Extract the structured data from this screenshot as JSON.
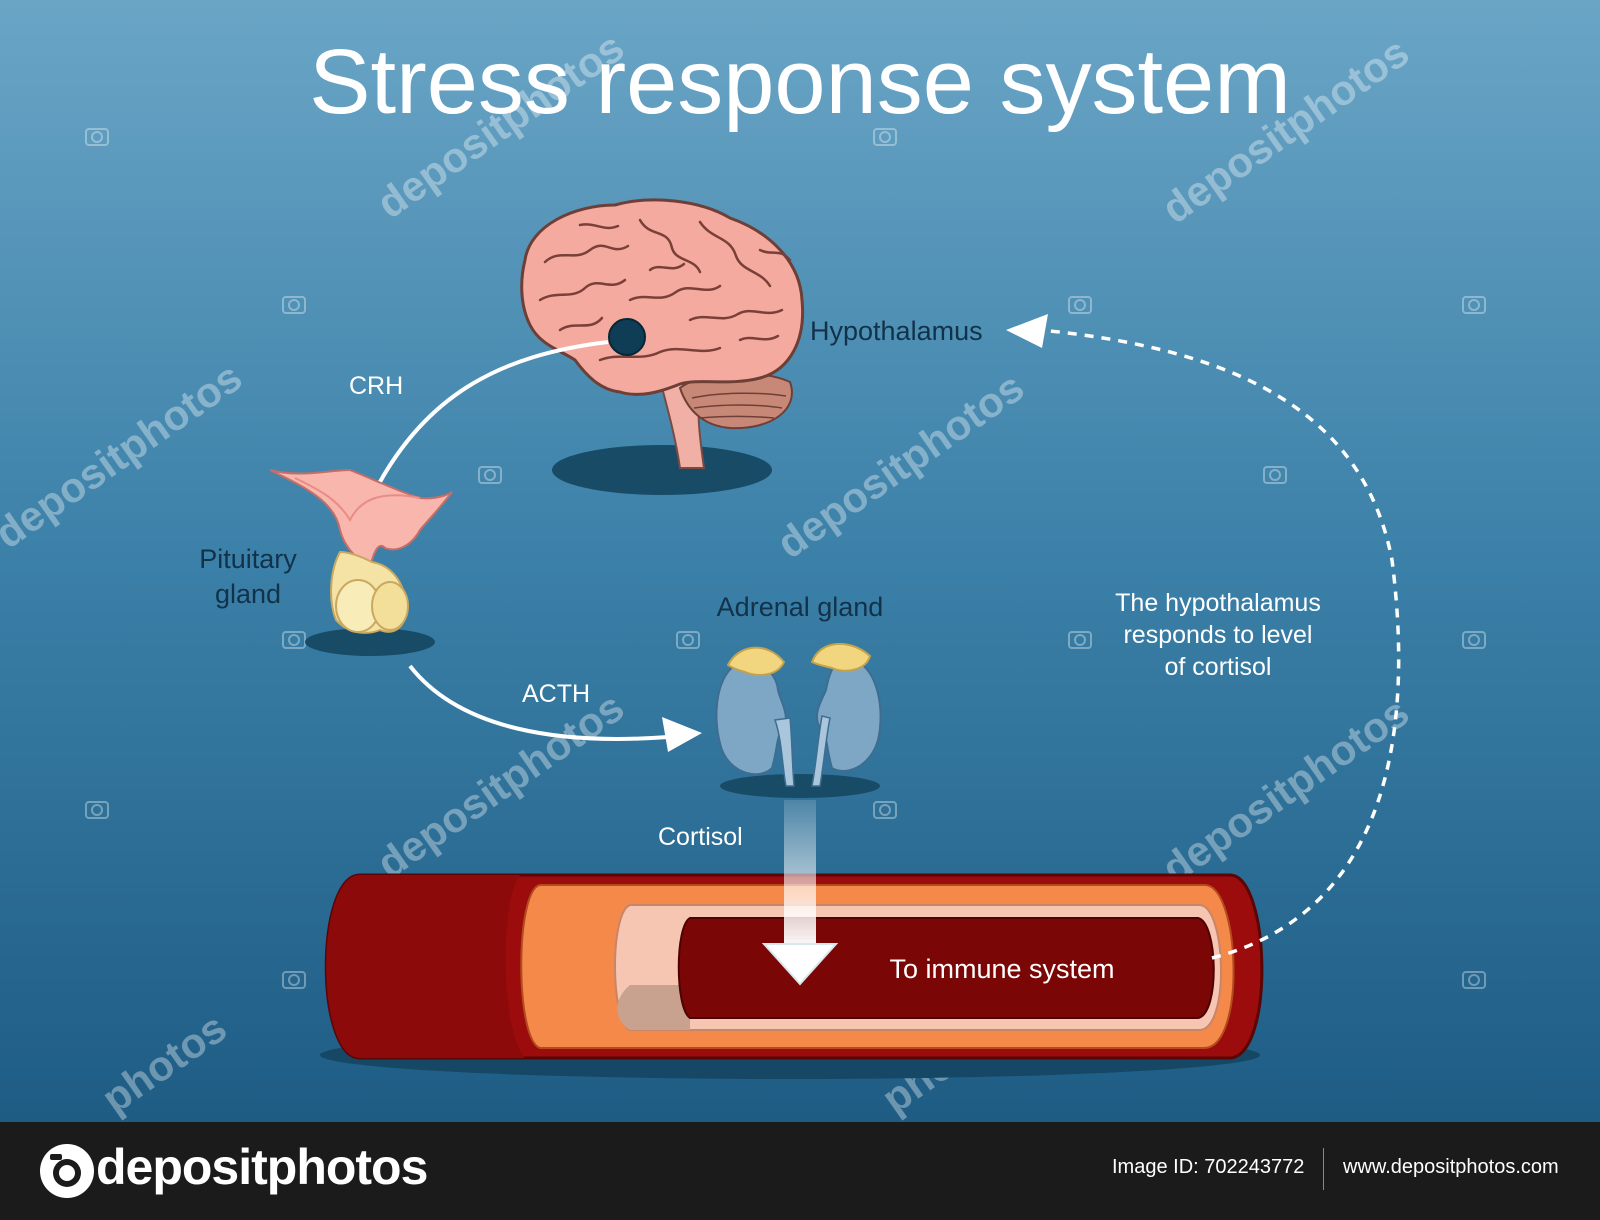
{
  "title": "Stress response system",
  "labels": {
    "hypothalamus": "Hypothalamus",
    "crh": "CRH",
    "pituitary_line1": "Pituitary",
    "pituitary_line2": "gland",
    "adrenal": "Adrenal gland",
    "acth": "ACTH",
    "cortisol": "Cortisol",
    "immune": "To immune system",
    "feedback_line1": "The hypothalamus",
    "feedback_line2": "responds to level",
    "feedback_line3": "of cortisol"
  },
  "watermark": {
    "text": "depositphotos",
    "fragment": "photos"
  },
  "footer": {
    "logo_text": "depositphotos",
    "image_id": "Image ID: 702243772",
    "url": "www.depositphotos.com"
  },
  "colors": {
    "bg_top": "#6da6c7",
    "bg_bottom": "#1f5f86",
    "brain": "#f2a9a0",
    "vessel": "#9a0b0b",
    "adrenal": "#7fa6c4",
    "adrenal_cap": "#f3d98a",
    "footer": "#1b1b1b"
  },
  "icons": [
    "brain-illustration",
    "pituitary-illustration",
    "adrenal-illustration",
    "blood-vessel-illustration",
    "camera-icon"
  ]
}
